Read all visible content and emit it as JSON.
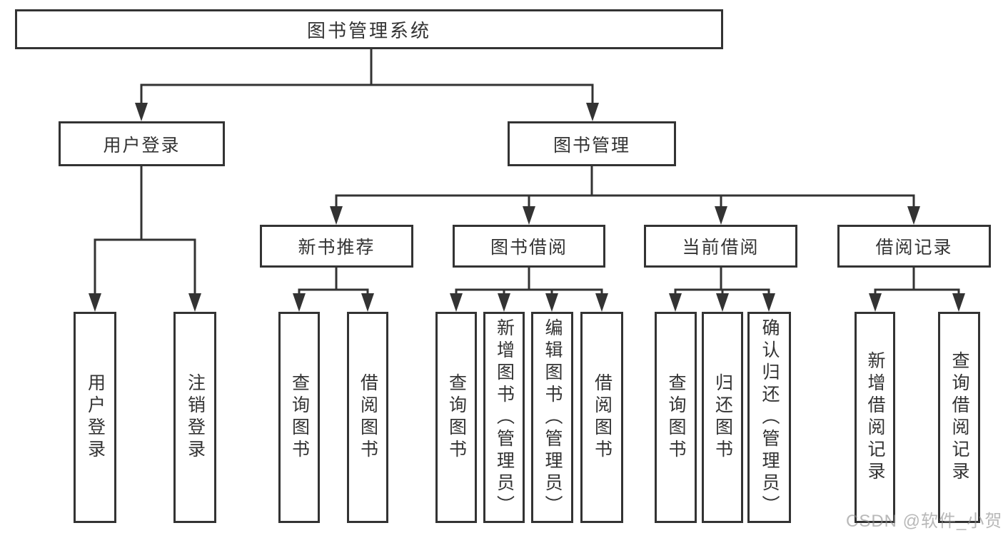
{
  "diagram": {
    "type": "tree",
    "root": {
      "label": "图书管理系统"
    },
    "level2": [
      {
        "id": "user-login",
        "label": "用户登录",
        "parent": "图书管理系统"
      },
      {
        "id": "book-management",
        "label": "图书管理",
        "parent": "图书管理系统"
      }
    ],
    "level3": [
      {
        "id": "new-book-recommend",
        "label": "新书推荐",
        "parent": "图书管理"
      },
      {
        "id": "book-borrowing",
        "label": "图书借阅",
        "parent": "图书管理"
      },
      {
        "id": "current-borrowing",
        "label": "当前借阅",
        "parent": "图书管理"
      },
      {
        "id": "borrow-records",
        "label": "借阅记录",
        "parent": "图书管理"
      }
    ],
    "leaves": [
      {
        "label": "用户登录",
        "parent": "用户登录"
      },
      {
        "label": "注销登录",
        "parent": "用户登录"
      },
      {
        "label": "查询图书",
        "parent": "新书推荐"
      },
      {
        "label": "借阅图书",
        "parent": "新书推荐"
      },
      {
        "label": "查询图书",
        "parent": "图书借阅"
      },
      {
        "label": "新增图书（管理员）",
        "parent": "图书借阅"
      },
      {
        "label": "编辑图书（管理员）",
        "parent": "图书借阅"
      },
      {
        "label": "借阅图书",
        "parent": "图书借阅"
      },
      {
        "label": "查询图书",
        "parent": "当前借阅"
      },
      {
        "label": "归还图书",
        "parent": "当前借阅"
      },
      {
        "label": "确认归还（管理员）",
        "parent": "当前借阅"
      },
      {
        "label": "新增借阅记录",
        "parent": "借阅记录"
      },
      {
        "label": "查询借阅记录",
        "parent": "借阅记录"
      }
    ],
    "colors": {
      "line": "#333333",
      "box_border": "#333333",
      "text": "#333333",
      "background": "#ffffff",
      "watermark_gray": "#8c8c8c"
    }
  },
  "watermark": {
    "text": "CSDN @软件_小贺同学"
  }
}
